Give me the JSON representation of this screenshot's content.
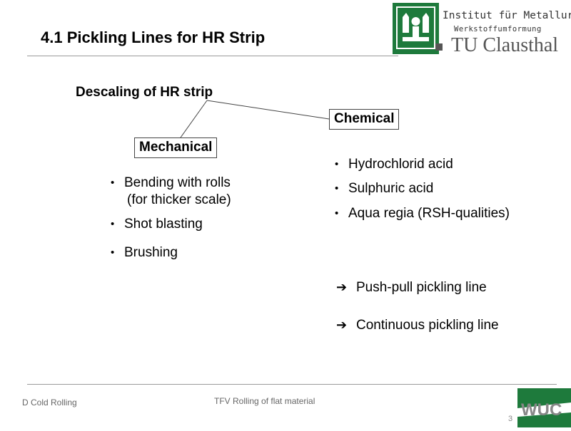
{
  "slide": {
    "title": "4.1 Pickling Lines for HR Strip",
    "page_number": "3"
  },
  "header_logo": {
    "line1": "Institut für Metallur",
    "line2": "Werkstoffumformung",
    "line3": "TU Clausthal",
    "brand_color": "#1e7a3c"
  },
  "diagram": {
    "heading": "Descaling of HR strip",
    "mechanical": {
      "label": "Mechanical",
      "items": [
        {
          "text": "Bending with rolls",
          "sub": "(for thicker scale)"
        },
        {
          "text": "Shot blasting",
          "sub": ""
        },
        {
          "text": "Brushing",
          "sub": ""
        }
      ]
    },
    "chemical": {
      "label": "Chemical",
      "items": [
        {
          "text": "Hydrochlorid acid"
        },
        {
          "text": "Sulphuric acid"
        },
        {
          "text": "Aqua regia (RSH-qualities)"
        }
      ]
    },
    "results": [
      {
        "icon": "right-arrow-icon",
        "text": "Push-pull pickling line"
      },
      {
        "icon": "right-arrow-icon",
        "text": "Continuous pickling line"
      }
    ]
  },
  "footer": {
    "left": "D Cold Rolling",
    "center": "TFV Rolling of flat material",
    "logo_text": "WUC",
    "logo_color": "#1e7a3c"
  }
}
